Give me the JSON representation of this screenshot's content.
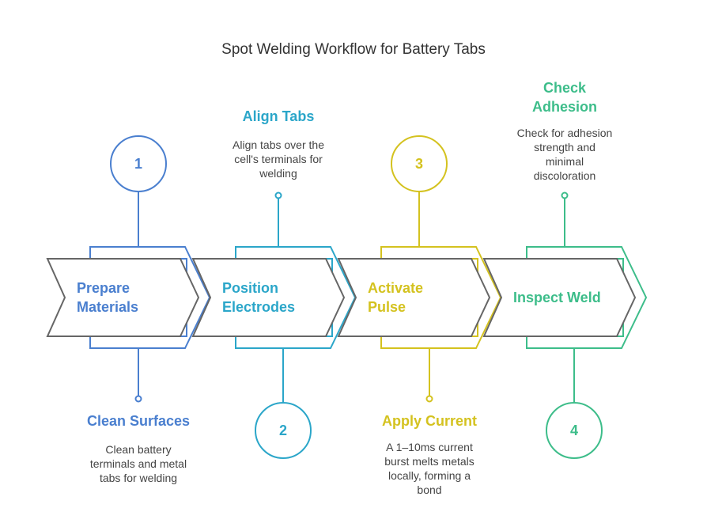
{
  "title": "Spot Welding Workflow for Battery Tabs",
  "colors": {
    "step1": "#4a7fcf",
    "step2": "#2ba6c9",
    "step3": "#d4c21f",
    "step4": "#3dbd8a",
    "outline": "#666666"
  },
  "steps": [
    {
      "number": "1",
      "label_line1": "Prepare",
      "label_line2": "Materials",
      "caption": "Clean Surfaces",
      "desc_lines": [
        "Clean battery",
        "terminals and metal",
        "tabs for welding"
      ]
    },
    {
      "number": "2",
      "label_line1": "Position",
      "label_line2": "Electrodes",
      "caption": "Align Tabs",
      "desc_lines": [
        "Align tabs over the",
        "cell's terminals for",
        "welding"
      ]
    },
    {
      "number": "3",
      "label_line1": "Activate",
      "label_line2": "Pulse",
      "caption": "Apply Current",
      "desc_lines": [
        "A 1–10ms current",
        "burst melts metals",
        "locally, forming a",
        "bond"
      ]
    },
    {
      "number": "4",
      "label_line1": "Inspect Weld",
      "label_line2": "",
      "caption_line1": "Check",
      "caption_line2": "Adhesion",
      "desc_lines": [
        "Check for adhesion",
        "strength and",
        "minimal",
        "discoloration"
      ]
    }
  ]
}
